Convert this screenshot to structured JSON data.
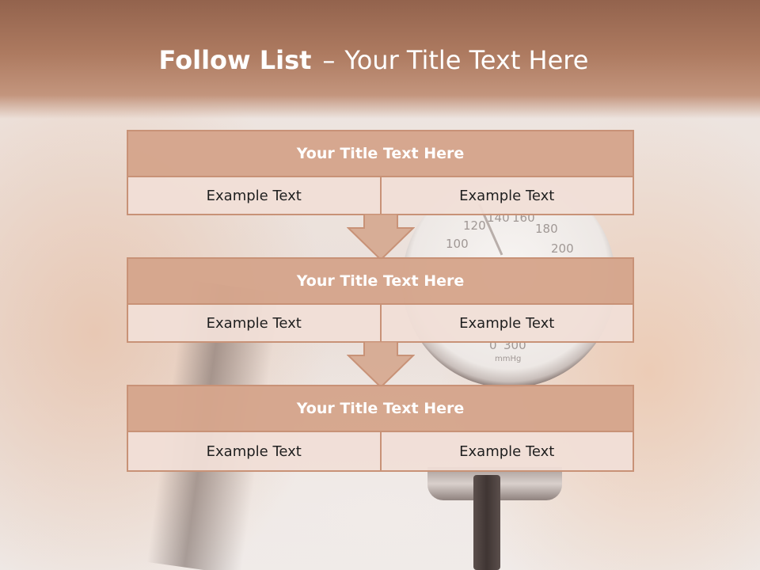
{
  "slide": {
    "title_bold": "Follow List",
    "title_separator": "–",
    "title_rest": "Your Title Text Here"
  },
  "steps": [
    {
      "title": "Your Title Text Here",
      "left": "Example Text",
      "right": "Example Text"
    },
    {
      "title": "Your Title Text Here",
      "left": "Example Text",
      "right": "Example Text"
    },
    {
      "title": "Your Title Text Here",
      "left": "Example Text",
      "right": "Example Text"
    }
  ],
  "background_gauge_numbers": [
    "100",
    "120",
    "140",
    "160",
    "180",
    "200",
    "0",
    "300",
    "mmHg"
  ],
  "colors": {
    "header": "#a87257",
    "box_title": "#d4a389",
    "box_border": "#c89277",
    "box_cell": "#f0ded6"
  },
  "icons": {
    "connector": "down-arrow-icon"
  }
}
